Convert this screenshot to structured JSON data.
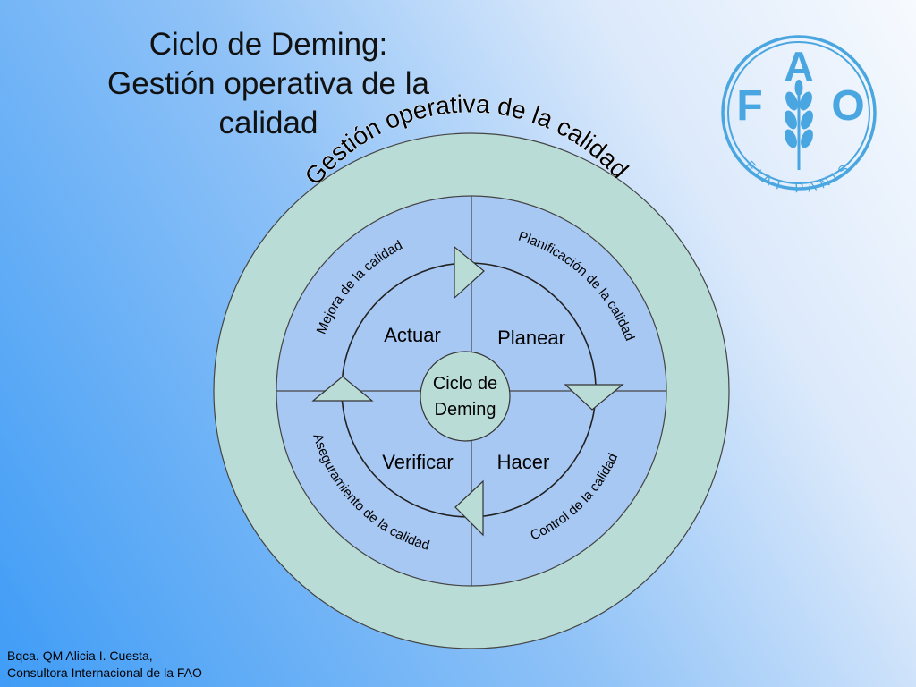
{
  "title": {
    "line1": "Ciclo de Deming:",
    "line2": "Gestión operativa de la",
    "line3": "calidad"
  },
  "diagram": {
    "outer_ring_label": "Gestión operativa de la calidad",
    "arc_labels": {
      "planificacion": "Planificación de la calidad",
      "mejora": "Mejora   de   la   calidad",
      "aseguramiento": "Aseguramiento de la calidad",
      "control": "Control     de     la     calidad"
    },
    "quadrants": {
      "actuar": "Actuar",
      "planear": "Planear",
      "verificar": "Verificar",
      "hacer": "Hacer"
    },
    "center": {
      "line1": "Ciclo de",
      "line2": "Deming"
    }
  },
  "logo": {
    "letter_left": "F",
    "letter_top": "A",
    "letter_right": "O",
    "motto": "FIAT PANIS"
  },
  "footer": {
    "line1": "Bqca. QM Alicia I. Cuesta,",
    "line2": "Consultora Internacional de la FAO"
  },
  "colors": {
    "outer_ring": "#b9ddd6",
    "inner_disc": "#a8c8f4",
    "center_disc": "#b9ddd6",
    "logo_blue": "#4aa6e0"
  }
}
